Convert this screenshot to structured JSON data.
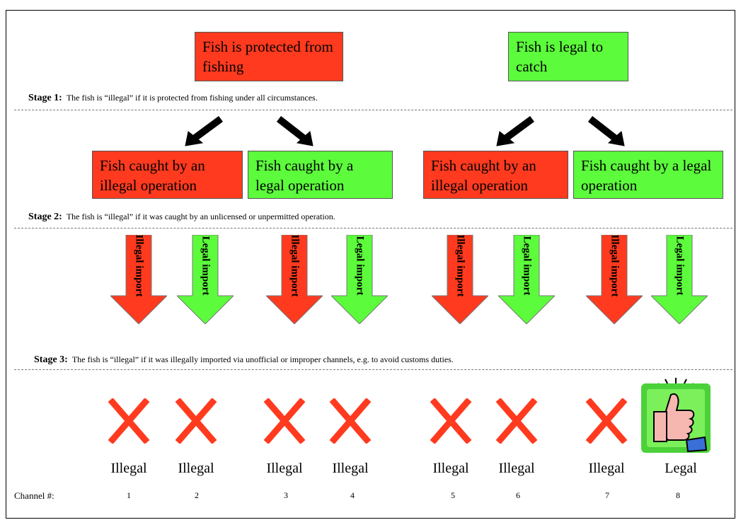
{
  "stage1": {
    "boxes": [
      {
        "text": "Fish is protected from fishing",
        "color": "#ff3a1f"
      },
      {
        "text": "Fish is legal to catch",
        "color": "#5cfb3c"
      }
    ],
    "label": "Stage 1:",
    "description": "The fish is “illegal” if it is protected from fishing under all circumstances."
  },
  "stage2": {
    "boxes": [
      {
        "text": "Fish caught by an illegal operation",
        "color": "#ff3a1f"
      },
      {
        "text": "Fish caught by a legal operation",
        "color": "#5cfb3c"
      },
      {
        "text": "Fish caught by an illegal operation",
        "color": "#ff3a1f"
      },
      {
        "text": "Fish caught by a legal operation",
        "color": "#5cfb3c"
      }
    ],
    "label": "Stage 2:",
    "description": "The fish is “illegal” if it was caught by an unlicensed or unpermitted operation."
  },
  "stage3": {
    "arrows": [
      {
        "text": "Illegal import",
        "color": "#ff3a1f"
      },
      {
        "text": "Legal import",
        "color": "#5cfb3c"
      },
      {
        "text": "Illegal import",
        "color": "#ff3a1f"
      },
      {
        "text": "Legal import",
        "color": "#5cfb3c"
      },
      {
        "text": "Illegal import",
        "color": "#ff3a1f"
      },
      {
        "text": "Legal import",
        "color": "#5cfb3c"
      },
      {
        "text": "Illegal import",
        "color": "#ff3a1f"
      },
      {
        "text": "Legal import",
        "color": "#5cfb3c"
      }
    ],
    "label": "Stage 3:",
    "description": "The fish is “illegal” if it was illegally imported via unofficial or improper channels, e.g. to avoid customs duties."
  },
  "outcomes": [
    {
      "text": "Illegal",
      "icon": "x-mark-icon"
    },
    {
      "text": "Illegal",
      "icon": "x-mark-icon"
    },
    {
      "text": "Illegal",
      "icon": "x-mark-icon"
    },
    {
      "text": "Illegal",
      "icon": "x-mark-icon"
    },
    {
      "text": "Illegal",
      "icon": "x-mark-icon"
    },
    {
      "text": "Illegal",
      "icon": "x-mark-icon"
    },
    {
      "text": "Illegal",
      "icon": "x-mark-icon"
    },
    {
      "text": "Legal",
      "icon": "thumbs-up-icon"
    }
  ],
  "channel_label": "Channel #:",
  "channels": [
    "1",
    "2",
    "3",
    "4",
    "5",
    "6",
    "7",
    "8"
  ]
}
